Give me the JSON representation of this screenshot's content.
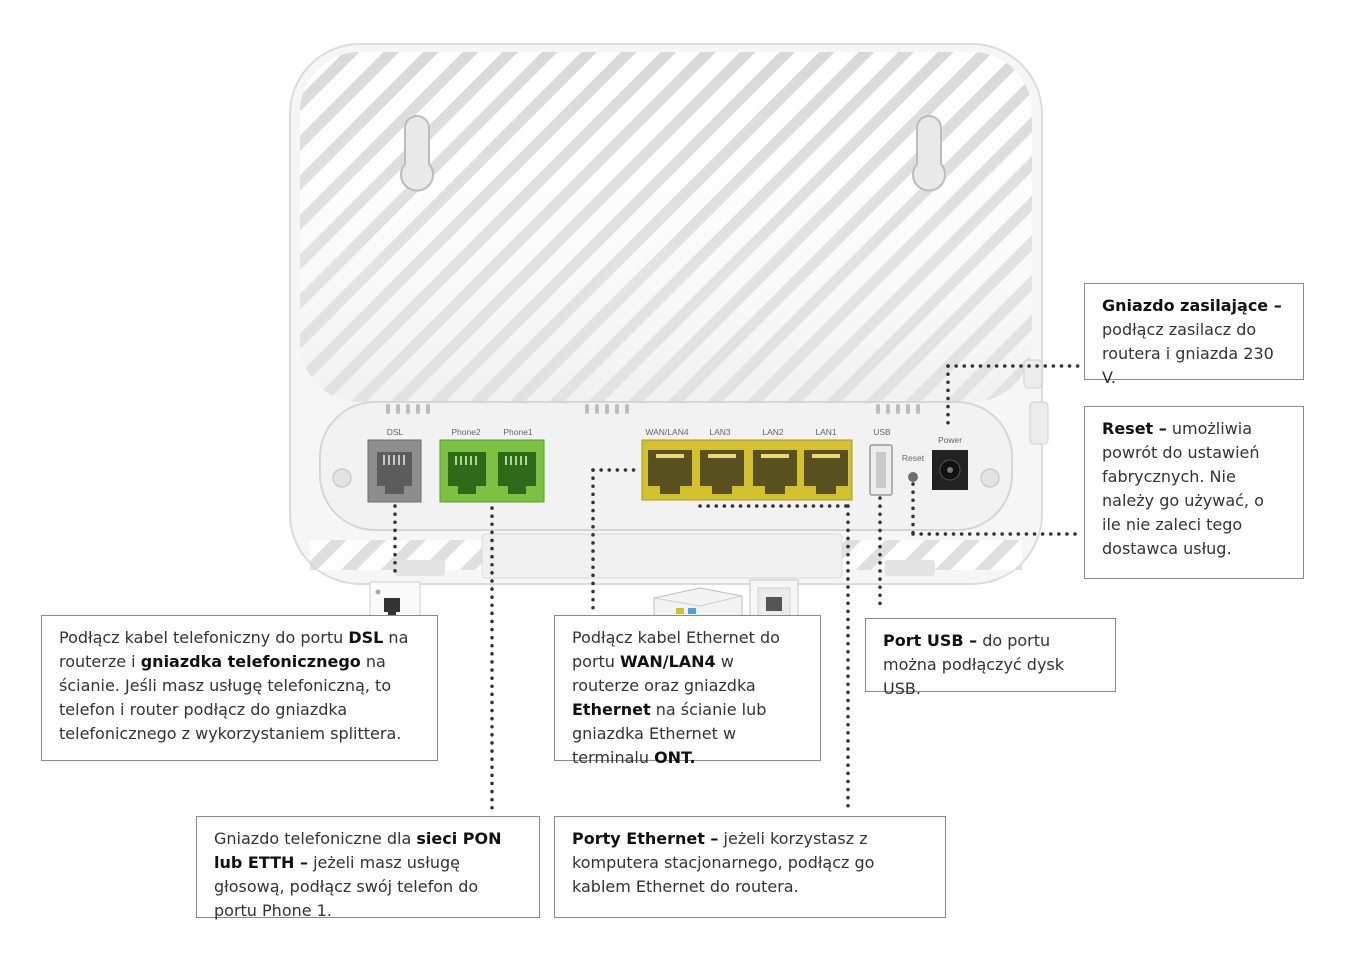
{
  "colors": {
    "dsl_port": "#8e8e8e",
    "phone_ports": "#7cc242",
    "lan_ports": "#d4c12f",
    "connector_line": "#333333",
    "callout_border": "#8a8a8a"
  },
  "router": {
    "port_labels": {
      "dsl": "DSL",
      "phone2": "Phone2",
      "phone1": "Phone1",
      "wan_lan4": "WAN/LAN4",
      "lan3": "LAN3",
      "lan2": "LAN2",
      "lan1": "LAN1",
      "usb": "USB",
      "reset": "Reset",
      "power": "Power"
    }
  },
  "callouts": {
    "power": {
      "title": "Gniazdo zasilające –",
      "text": " podłącz zasilacz do routera i gniazda 230 V."
    },
    "reset": {
      "title": "Reset –",
      "text": " umożliwia powrót do ustawień fabrycznych. Nie należy go używać, o ile nie zaleci tego dostawca usług."
    },
    "usb": {
      "title": "Port USB –",
      "text": " do portu można podłączyć dysk USB."
    },
    "dsl": {
      "t1": "Podłącz kabel telefoniczny do portu ",
      "b1": "DSL",
      "t2": " na routerze i ",
      "b2": "gniazdka telefonicznego",
      "t3": " na ścianie. Jeśli masz usługę telefoniczną, to telefon i router podłącz do gniazdka telefonicznego z wykorzystaniem splittera."
    },
    "wan": {
      "t1": "Podłącz kabel Ethernet do portu ",
      "b1": "WAN/LAN4",
      "t2": " w routerze oraz gniazdka ",
      "b2": "Ethernet",
      "t3": " na ścianie lub gniazdka Ethernet w terminalu ",
      "b3": "ONT."
    },
    "phone": {
      "t1": "Gniazdo telefoniczne dla ",
      "b1": "sieci PON lub ETTH –",
      "t2": " jeżeli masz usługę głosową, podłącz swój telefon do portu Phone 1."
    },
    "ethernet": {
      "title": "Porty Ethernet –",
      "text": " jeżeli korzystasz z komputera stacjonarnego, podłącz go kablem Ethernet do routera."
    }
  }
}
